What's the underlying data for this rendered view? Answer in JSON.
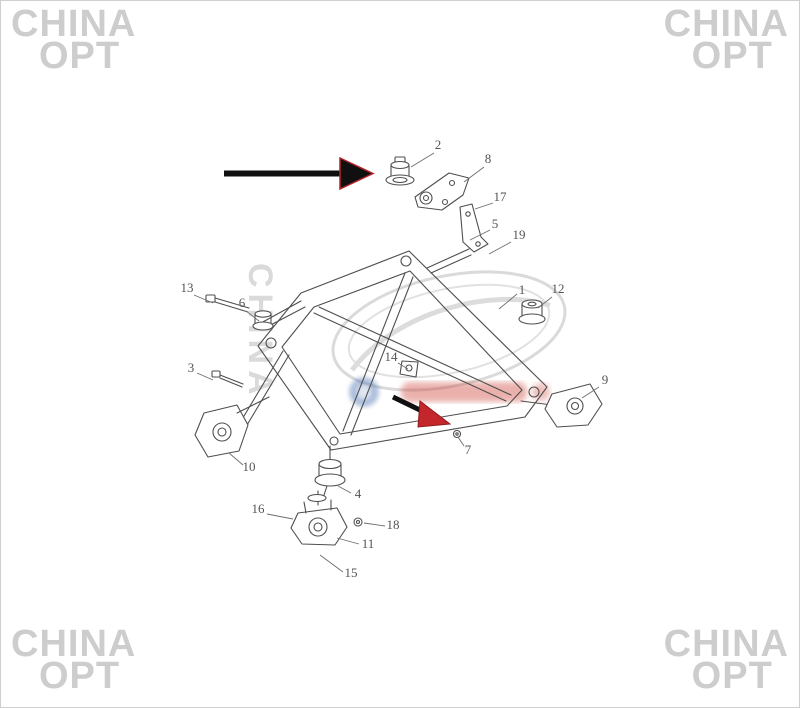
{
  "watermark": {
    "line1": "CHINA",
    "line2": "OPT",
    "center_text": "CHINA",
    "color": "#c9c9c9"
  },
  "colors": {
    "background": "#ffffff",
    "border": "#cfcfcf",
    "drawing_line": "#4f4f4f",
    "callout_text": "#545454",
    "arrow_black": "#101010",
    "arrow_red_tip": "#c3262b",
    "emblem_blue": "#4f74b4",
    "emblem_red": "#cc3c33"
  },
  "annotations": {
    "main_arrow_icon": "right-pointing-arrow",
    "secondary_arrow_icon": "diagonal-arrow-red-tip"
  },
  "diagram": {
    "callouts": [
      {
        "label": "1"
      },
      {
        "label": "2"
      },
      {
        "label": "3"
      },
      {
        "label": "4"
      },
      {
        "label": "5"
      },
      {
        "label": "6"
      },
      {
        "label": "7"
      },
      {
        "label": "8"
      },
      {
        "label": "9"
      },
      {
        "label": "10"
      },
      {
        "label": "11"
      },
      {
        "label": "12"
      },
      {
        "label": "13"
      },
      {
        "label": "14"
      },
      {
        "label": "15"
      },
      {
        "label": "16"
      },
      {
        "label": "17"
      },
      {
        "label": "18"
      },
      {
        "label": "19"
      }
    ]
  }
}
